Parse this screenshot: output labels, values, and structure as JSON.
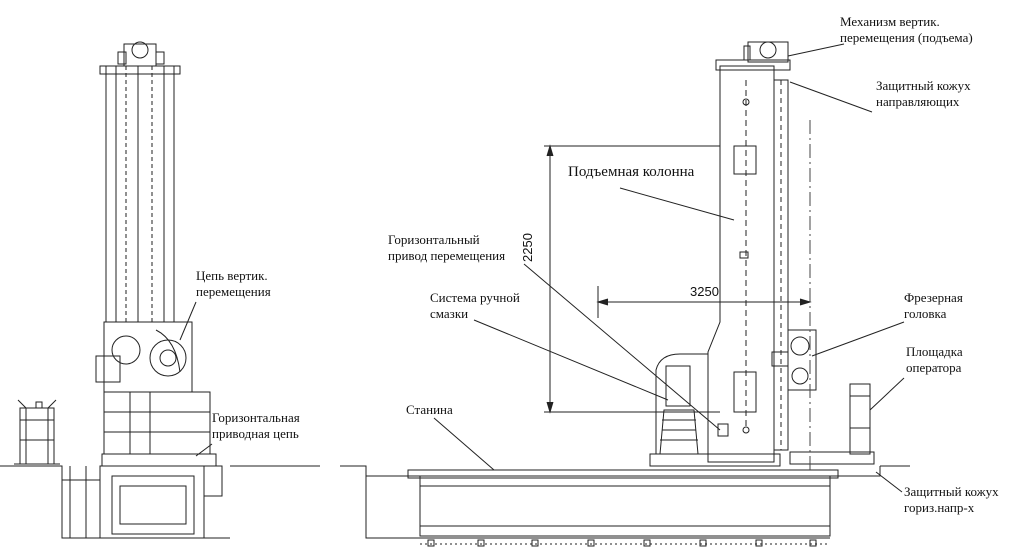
{
  "labels": {
    "lift_mechanism_1": "Механизм вертик.",
    "lift_mechanism_2": "перемещения (подъема)",
    "guide_cover_1": "Защитный кожух",
    "guide_cover_2": "направляющих",
    "lifting_column": "Подъемная колонна",
    "horiz_drive_1": "Горизонтальный",
    "horiz_drive_2": "привод перемещения",
    "lube_1": "Система ручной",
    "lube_2": "смазки",
    "milling_head_1": "Фрезерная",
    "milling_head_2": "головка",
    "platform_1": "Площадка",
    "platform_2": "оператора",
    "bed": "Станина",
    "horiz_cover_1": "Защитный кожух",
    "horiz_cover_2": "гориз.напр-х",
    "vert_chain_1": "Цепь вертик.",
    "vert_chain_2": "перемещения",
    "horiz_chain_1": "Горизонтальная",
    "horiz_chain_2": "приводная цепь"
  },
  "dimensions": {
    "height": "2250",
    "reach": "3250"
  }
}
